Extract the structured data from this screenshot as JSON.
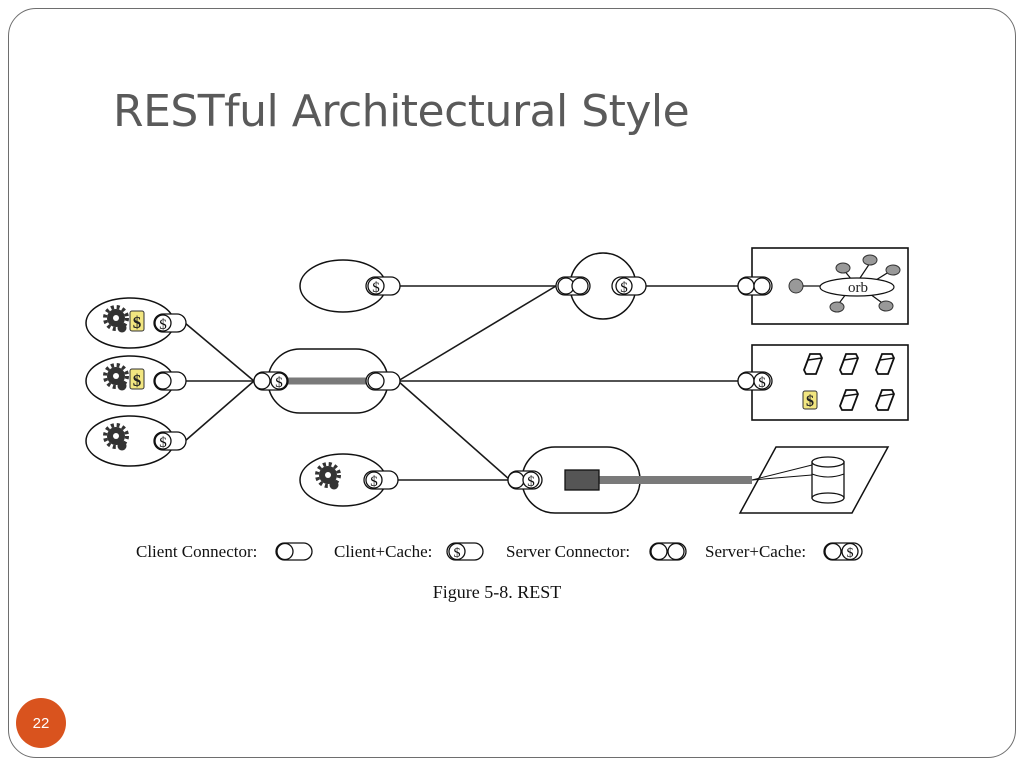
{
  "slide": {
    "title": "RESTful Architectural Style",
    "page_number": "22"
  },
  "figure": {
    "caption": "Figure 5-8. REST",
    "orb_label": "orb",
    "cache_symbol": "$",
    "legend": [
      {
        "label": "Client Connector:",
        "symbol": "client-connector"
      },
      {
        "label": "Client+Cache:",
        "symbol": "client-cache"
      },
      {
        "label": "Server Connector:",
        "symbol": "server-connector"
      },
      {
        "label": "Server+Cache:",
        "symbol": "server-cache"
      }
    ]
  },
  "colors": {
    "accent": "#d9531e",
    "title": "#5a5a5a",
    "frame": "#6e6e6e",
    "diagram_line": "#1a1a1a",
    "data_channel": "#7a7a7a"
  }
}
